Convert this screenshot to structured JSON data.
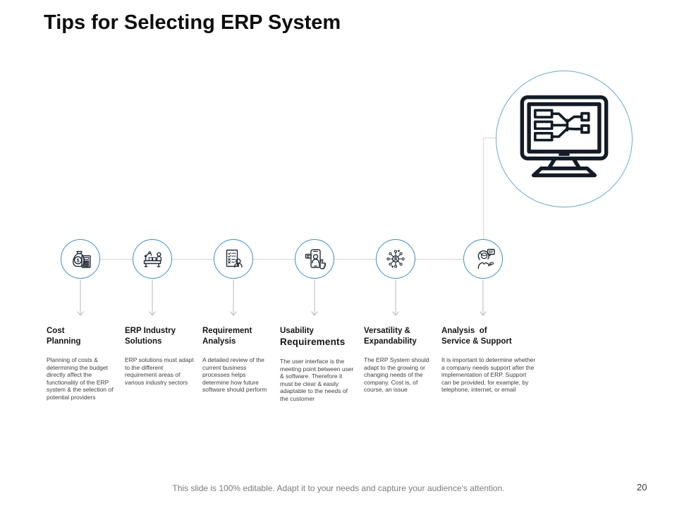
{
  "slide": {
    "title": "Tips for Selecting ERP System",
    "footer": "This slide is 100% editable. Adapt it to your needs and capture your audience's attention.",
    "page_number": "20"
  },
  "colors": {
    "node_border": "#3f8fc0",
    "hero_border": "#6aa9cf",
    "icon_stroke": "#232b38",
    "connector_gray": "#d4d4d4",
    "body_text": "#3e3e3e",
    "footer_text": "#7b7b7b"
  },
  "hero": {
    "icon": "computer-flowchart-icon"
  },
  "timeline": {
    "items": [
      {
        "icon": "money-bag-calculator-icon",
        "title_line1": "Cost",
        "title_line2": "Planning",
        "description": "Planning of costs & determining the budget directly affect the functionality of the ERP system & the selection of potential providers"
      },
      {
        "icon": "factory-automation-icon",
        "title_line1": "ERP Industry",
        "title_line2": "Solutions",
        "description": "ERP solutions must adapt to the different requirement areas of various industry sectors"
      },
      {
        "icon": "checklist-person-icon",
        "title_line1": "Requirement",
        "title_line2": "Analysis",
        "description": "A detailed review of the current business processes helps determine how future software should perform"
      },
      {
        "icon": "mobile-user-touch-icon",
        "title_line1": "Usability",
        "title_line2": "Requirements",
        "description": "The user interface is the meeting point between user & software. Therefore it must be clear & easily adaptable to the needs of the customer"
      },
      {
        "icon": "network-hub-person-icon",
        "title_line1": "Versatility &",
        "title_line2": "Expandability",
        "description": "The ERP System should adapt to the growing or changing needs of the company. Cost is, of course, an issue"
      },
      {
        "icon": "support-person-chat-icon",
        "title_line1": "Analysis  of",
        "title_line2": "Service & Support",
        "description": "It is important to determine whether a company needs support after the implementation of ERP. Support can be provided, for example, by telephone, internet, or email"
      }
    ]
  }
}
